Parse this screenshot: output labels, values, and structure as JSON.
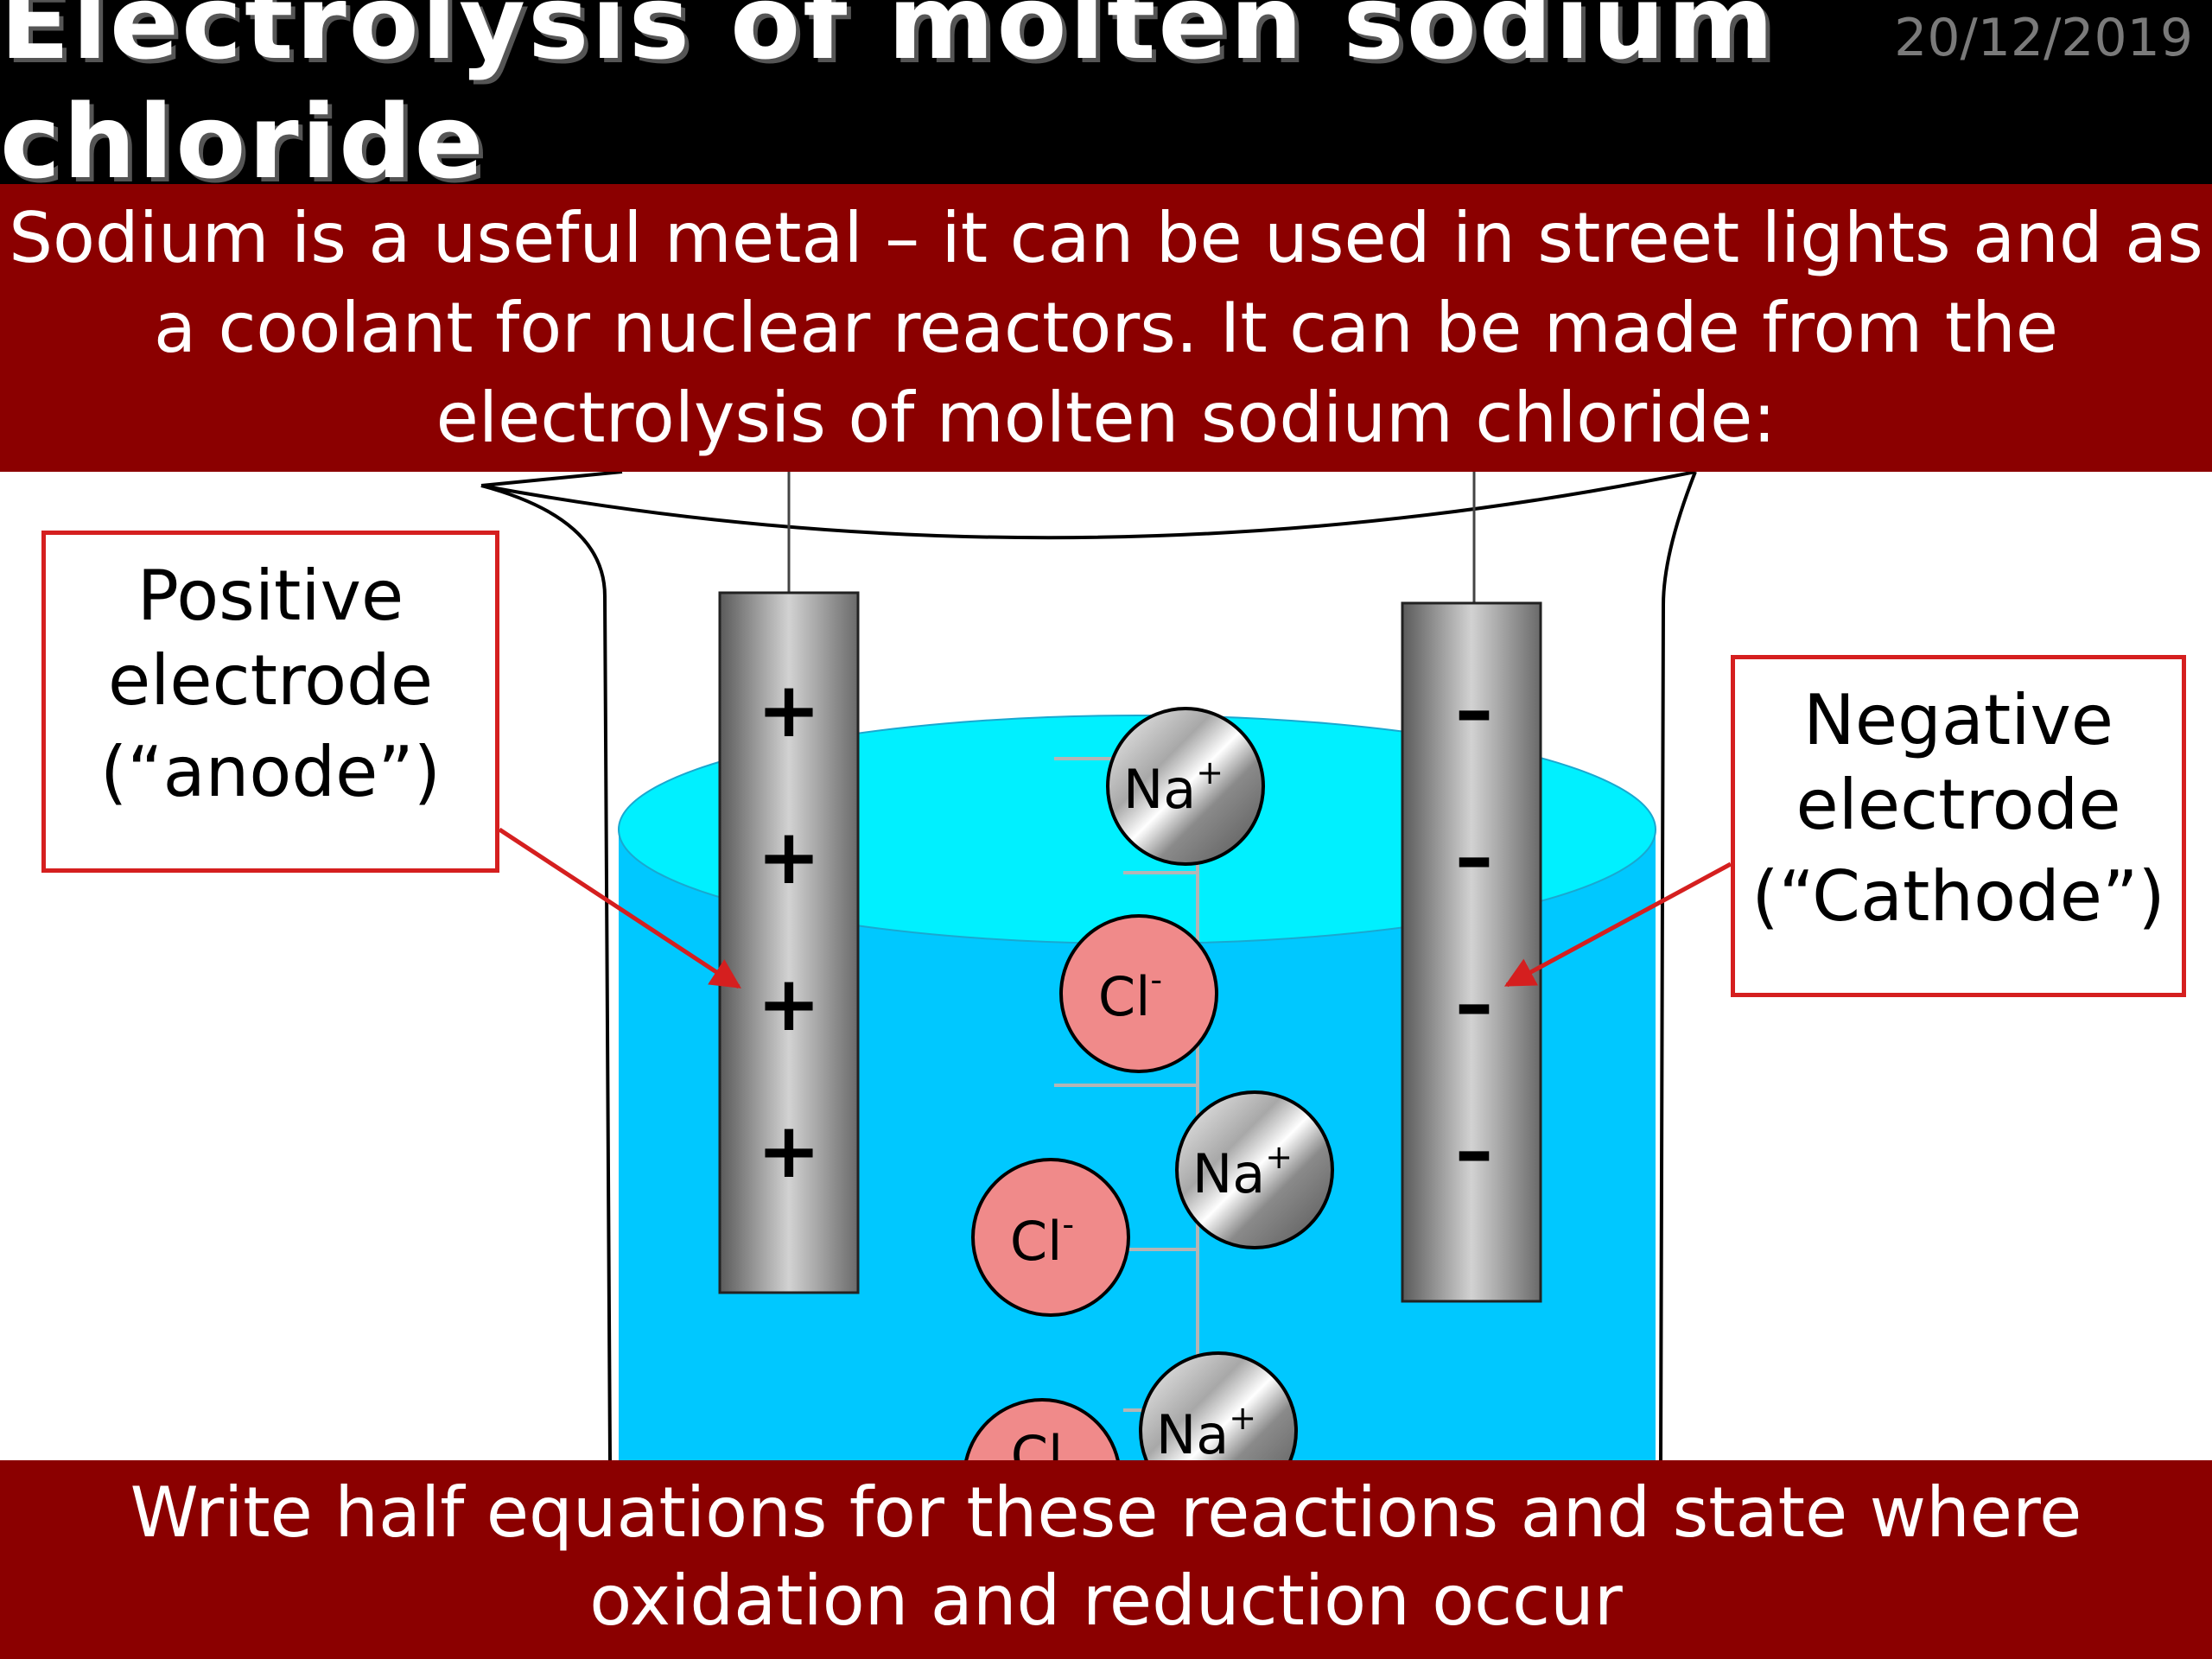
{
  "title": "Electrolysis of molten sodium chloride",
  "date": "20/12/2019",
  "intro": {
    "line1": "Sodium is a useful metal – it can be used in street lights and as",
    "line2": "a coolant for nuclear reactors.  It can be made from the",
    "line3": "electrolysis of molten sodium chloride:"
  },
  "labels": {
    "positive": {
      "line1": "Positive",
      "line2": "electrode",
      "line3": "(“anode”)"
    },
    "negative": {
      "line1": "Negative",
      "line2": "electrode",
      "line3": "(“Cathode”)"
    }
  },
  "electrodes": {
    "anode_sign": "+",
    "cathode_sign": "–"
  },
  "ions": {
    "sodium": "Na",
    "sodium_charge": "+",
    "chloride": "Cl",
    "chloride_charge": "-",
    "cut_off_label": "Cl"
  },
  "footer": {
    "line1": "Write half equations for these reactions and state where",
    "line2": "oxidation and reduction occur"
  },
  "colors": {
    "title_bg": "#000000",
    "banner_bg": "#8b0000",
    "label_border": "#d51f1f",
    "liquid": "#00c8ff",
    "liquid_surface": "#00f0ff",
    "chloride_ion": "#f08a8a",
    "arrow": "#d51f1f"
  }
}
